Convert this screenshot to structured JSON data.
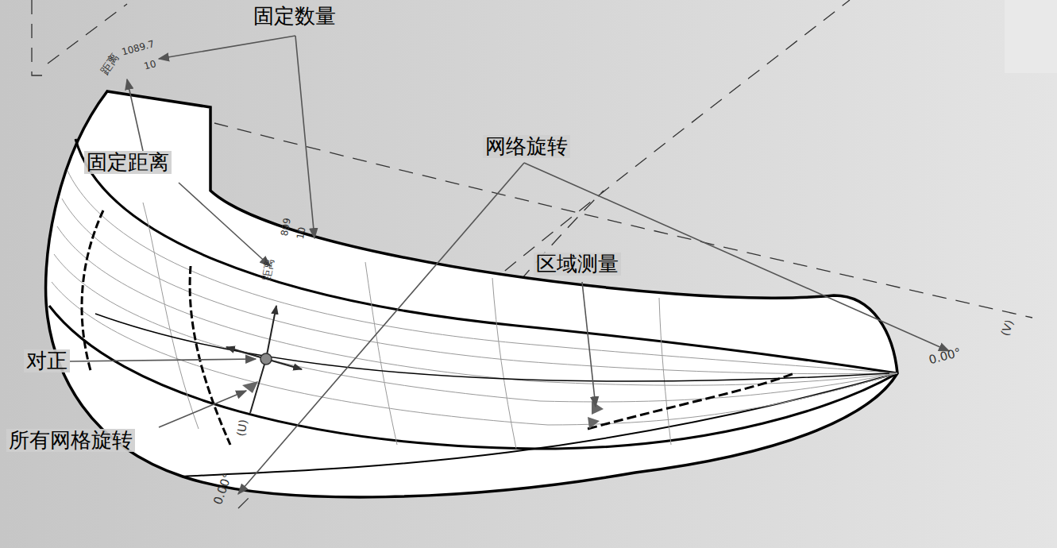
{
  "diagram": {
    "labels": [
      "固定数量",
      "固定距离",
      "网络旋转",
      "区域测量",
      "对正",
      "所有网格旋转",
      "距离",
      "1089.7",
      "10",
      "距离",
      "899",
      "10",
      "0.00°",
      "0.00°",
      "(V)",
      "(U)"
    ]
  }
}
